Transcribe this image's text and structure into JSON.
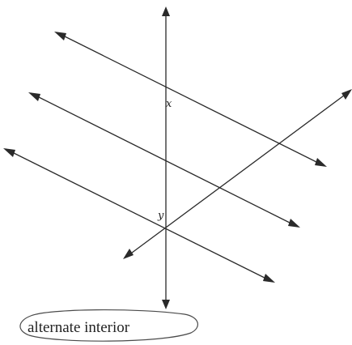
{
  "labels": {
    "angle_x": "x",
    "angle_y": "y"
  },
  "answer": {
    "text": "alternate interior"
  },
  "colors": {
    "ink": "#2a2a2a",
    "background": "#ffffff"
  }
}
